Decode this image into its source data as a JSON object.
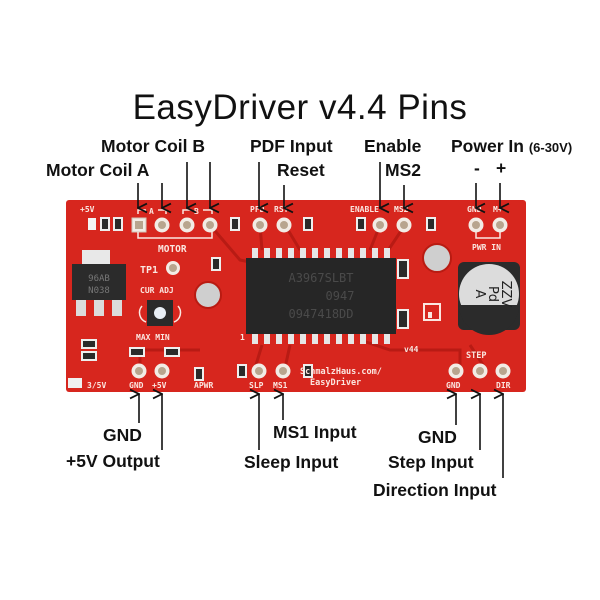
{
  "title": "EasyDriver v4.4 Pins",
  "top_labels": {
    "motor_coil_a": "Motor Coil A",
    "motor_coil_b": "Motor Coil B",
    "pdf_input": "PDF Input",
    "reset": "Reset",
    "enable": "Enable",
    "ms2": "MS2",
    "power_in": "Power In",
    "power_in_range": "(6-30V)",
    "power_minus": "-",
    "power_plus": "+"
  },
  "bottom_labels": {
    "gnd_left": "GND",
    "plus5v_output": "+5V Output",
    "ms1_input": "MS1 Input",
    "sleep_input": "Sleep Input",
    "gnd_right": "GND",
    "step_input": "Step Input",
    "direction_input": "Direction Input"
  },
  "board": {
    "color": "#d7261e",
    "silkscreen": {
      "plus5v_top": "+5V",
      "coil_a": "A",
      "coil_b": "B",
      "motor": "MOTOR",
      "pfd": "PFD",
      "rst": "RST",
      "enable": "ENABLE",
      "ms2": "MS2",
      "gnd_top": "GND",
      "m_plus": "M+",
      "pwr_in": "PWR  IN",
      "tp1": "TP1",
      "cur_adj": "CUR  ADJ",
      "max_min": "MAX   MIN",
      "v44": "v44",
      "url_line1": "SchmalzHaus.com/",
      "url_line2": "EasyDriver",
      "step": "STEP",
      "gnd_bottom_right": "GND",
      "dir": "DIR",
      "three_five_v": "3/5V",
      "gnd_bottom_left": "GND",
      "plus5v_bottom": "+5V",
      "apwr": "APWR",
      "slp": "SLP",
      "ms1": "MS1",
      "regulator_line1": "96AB",
      "regulator_line2": "N038",
      "chip_line1": "A3967SLBT",
      "chip_line2": "0947",
      "chip_line3": "0947418DD",
      "cap_line1": "Pd",
      "cap_line2": "ZZV",
      "cap_line3": "A",
      "pin1": "1"
    }
  }
}
